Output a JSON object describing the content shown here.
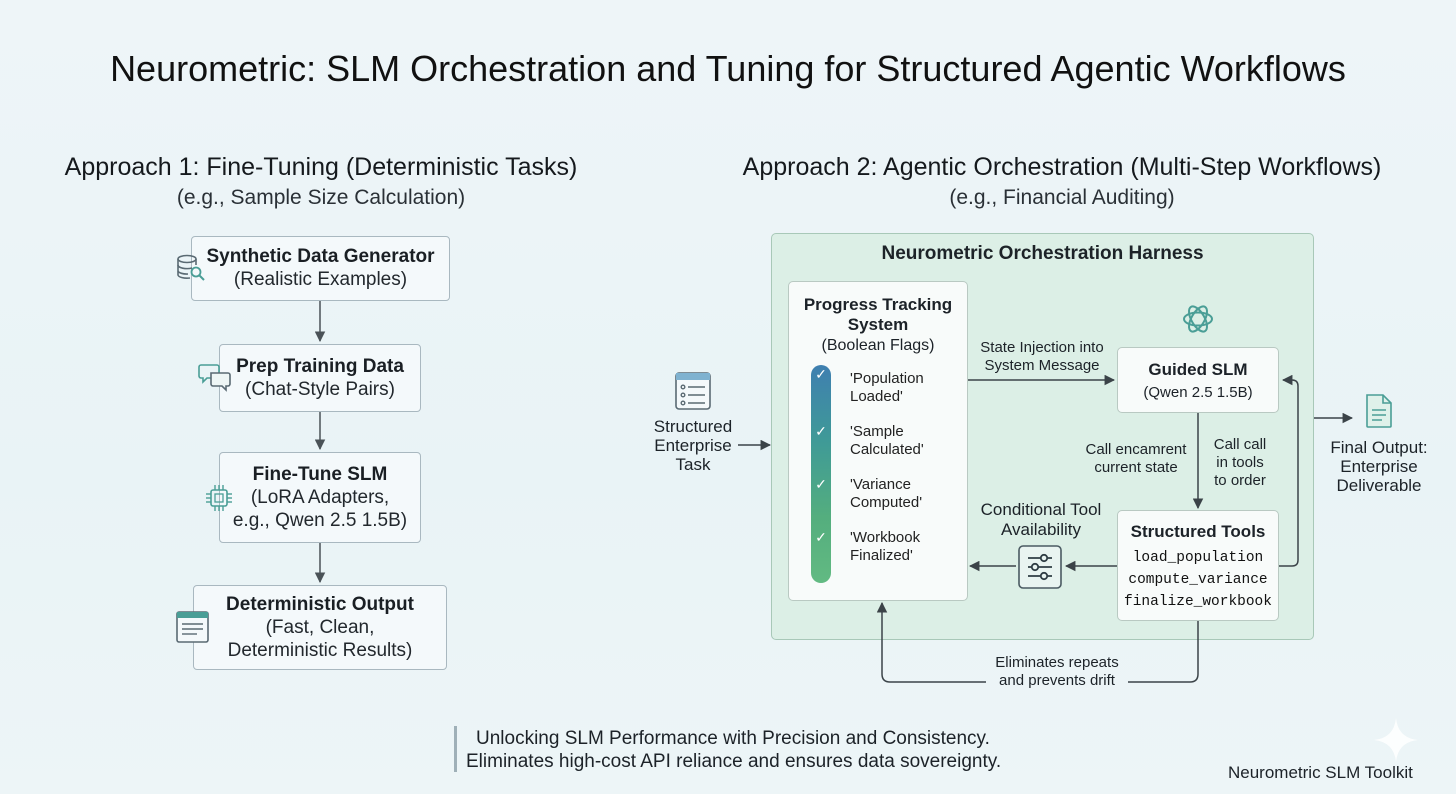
{
  "title": "Neurometric: SLM Orchestration and Tuning for Structured Agentic Workflows",
  "approach1": {
    "heading": "Approach 1: Fine-Tuning (Deterministic Tasks)",
    "subheading": "(e.g., Sample Size Calculation)",
    "steps": [
      {
        "title": "Synthetic Data Generator",
        "lines": [
          "(Realistic Examples)"
        ],
        "icon": "database-search-icon"
      },
      {
        "title": "Prep Training Data",
        "lines": [
          "(Chat-Style Pairs)"
        ],
        "icon": "chat-bubbles-icon"
      },
      {
        "title": "Fine-Tune SLM",
        "lines": [
          "(LoRA Adapters,",
          "e.g., Qwen 2.5 1.5B)"
        ],
        "icon": "chip-icon"
      },
      {
        "title": "Deterministic Output",
        "lines": [
          "(Fast, Clean,",
          "Deterministic Results)"
        ],
        "icon": "document-icon"
      }
    ]
  },
  "approach2": {
    "heading": "Approach 2: Agentic Orchestration (Multi-Step Workflows)",
    "subheading": "(e.g., Financial Auditing)",
    "harness_title": "Neurometric Orchestration Harness",
    "input_label": [
      "Structured",
      "Enterprise",
      "Task"
    ],
    "progress": {
      "title": [
        "Progress Tracking",
        "System"
      ],
      "subtitle": "(Boolean Flags)",
      "flags": [
        [
          "'Population",
          "Loaded'"
        ],
        [
          "'Sample",
          "Calculated'"
        ],
        [
          "'Variance",
          "Computed'"
        ],
        [
          "'Workbook",
          "Finalized'"
        ]
      ]
    },
    "state_injection": [
      "State Injection into",
      "System Message"
    ],
    "guided_slm": {
      "title": "Guided SLM",
      "sub": "(Qwen 2.5 1.5B)"
    },
    "call_current": [
      "Call encamrent",
      "current state"
    ],
    "call_tools": [
      "Call call",
      "in tools",
      "to order"
    ],
    "conditional": [
      "Conditional Tool",
      "Availability"
    ],
    "tools": {
      "title": "Structured Tools",
      "items": [
        "load_population",
        "compute_variance",
        "finalize_workbook"
      ]
    },
    "loop_label": [
      "Eliminates repeats",
      "and prevents drift"
    ],
    "final_output": [
      "Final Output:",
      "Enterprise",
      "Deliverable"
    ]
  },
  "footer": {
    "lines": [
      "Unlocking SLM Performance with Precision and Consistency.",
      "Eliminates high-cost API reliance and ensures data sovereignty."
    ],
    "brand": "Neurometric SLM Toolkit"
  },
  "colors": {
    "flag_bar": [
      "#3f7fb0",
      "#3f9a97",
      "#54ae7e",
      "#62ba82"
    ],
    "harness_bg": "#dcefe6",
    "icon_teal": "#4a9e96"
  }
}
